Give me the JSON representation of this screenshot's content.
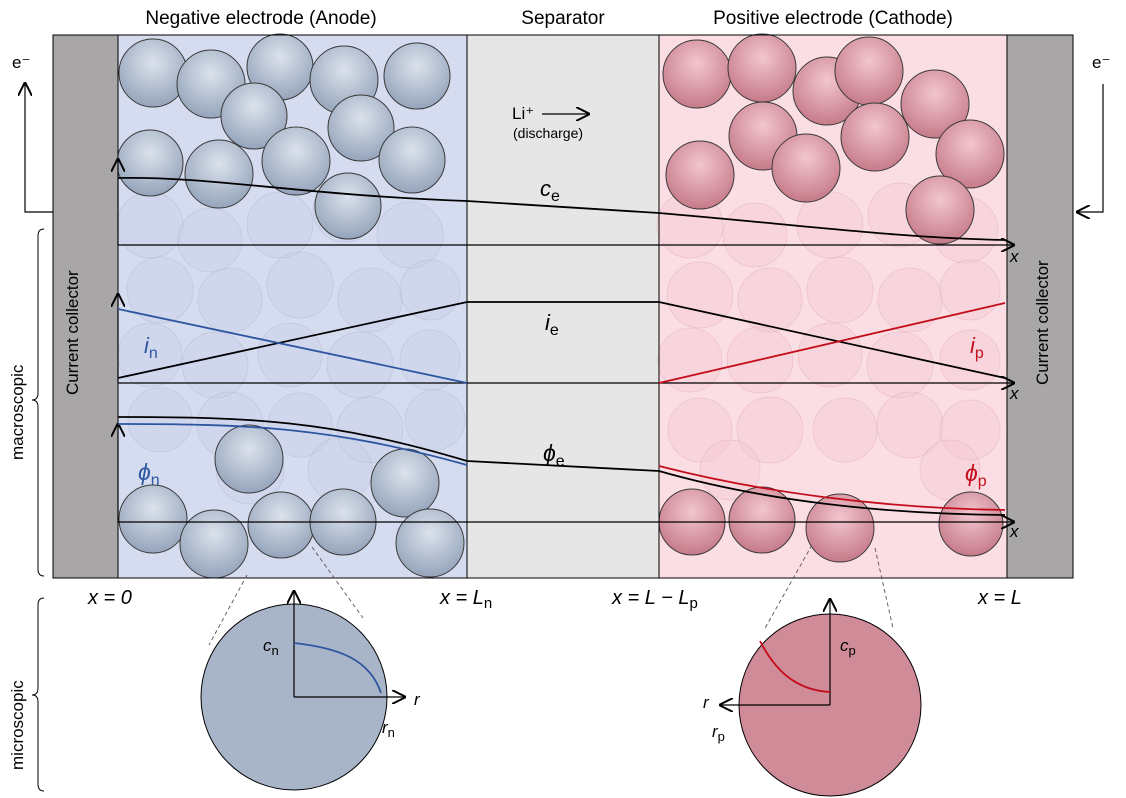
{
  "header": {
    "anode": "Negative electrode (Anode)",
    "separator": "Separator",
    "cathode": "Positive electrode (Cathode)"
  },
  "electron": {
    "left": "e⁻",
    "right": "e⁻"
  },
  "collector": {
    "left": "Current collector",
    "right": "Current collector"
  },
  "scale": {
    "macro": "macroscopic",
    "micro": "microscopic"
  },
  "separator_note": {
    "ion": "Li⁺",
    "mode": "(discharge)"
  },
  "curves": {
    "ce": {
      "sym": "c",
      "sub": "e"
    },
    "ie": {
      "sym": "i",
      "sub": "e"
    },
    "in": {
      "sym": "i",
      "sub": "n"
    },
    "ip": {
      "sym": "i",
      "sub": "p"
    },
    "phie": {
      "sym": "ϕ",
      "sub": "e"
    },
    "phin": {
      "sym": "ϕ",
      "sub": "n"
    },
    "phip": {
      "sym": "ϕ",
      "sub": "p"
    }
  },
  "axis": {
    "x": "x",
    "r": "r"
  },
  "positions": {
    "x0": {
      "main": "x = 0",
      "sub": ""
    },
    "xLn": {
      "main": "x = L",
      "sub": "n"
    },
    "xLLp": {
      "main": "x = L − L",
      "sub": "p"
    },
    "xL": {
      "main": "x = L",
      "sub": ""
    }
  },
  "micro": {
    "cn": {
      "sym": "c",
      "sub": "n"
    },
    "rn": {
      "sym": "r",
      "sub": "n"
    },
    "cp": {
      "sym": "c",
      "sub": "p"
    },
    "rp": {
      "sym": "r",
      "sub": "p"
    }
  },
  "colors": {
    "anode_bg": "#d6dcf0",
    "separator_bg": "#e6e6e6",
    "cathode_bg": "#fbdde4",
    "collector": "#a8a6a6",
    "anode_particle": "#a8b4c8",
    "cathode_particle": "#d08b98",
    "anode_curve": "#2d55a0",
    "cathode_curve": "#c40d1a"
  }
}
